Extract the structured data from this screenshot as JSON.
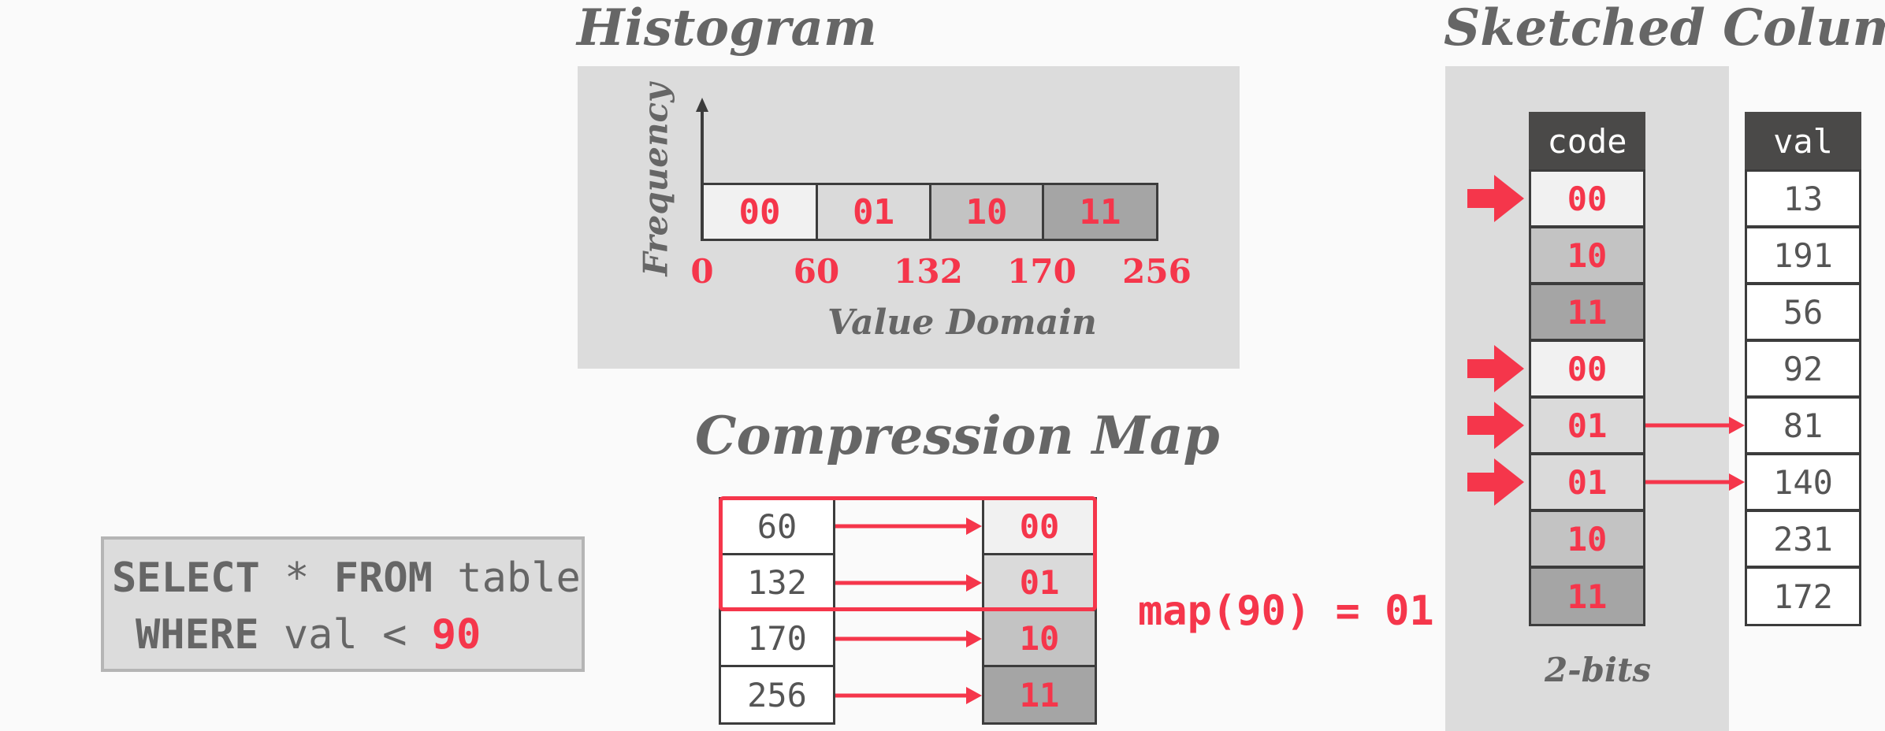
{
  "histogram": {
    "title": "Histogram",
    "y_label": "Frequency",
    "x_label": "Value Domain",
    "buckets": [
      "00",
      "01",
      "10",
      "11"
    ],
    "ticks": [
      "0",
      "60",
      "132",
      "170",
      "256"
    ]
  },
  "compression_map": {
    "title": "Compression Map",
    "rows": [
      {
        "value": "60",
        "code": "00"
      },
      {
        "value": "132",
        "code": "01"
      },
      {
        "value": "170",
        "code": "10"
      },
      {
        "value": "256",
        "code": "11"
      }
    ],
    "map_expr": "map(90) = 01"
  },
  "query": {
    "line1_kw1": "SELECT",
    "line1_star": " * ",
    "line1_kw2": "FROM",
    "line1_tbl": " table",
    "line2_kw": "WHERE",
    "line2_rest": " val < ",
    "line2_val": "90"
  },
  "sketched": {
    "title": "Sketched Column",
    "code_header": "code",
    "val_header": "val",
    "codes": [
      "00",
      "10",
      "11",
      "00",
      "01",
      "01",
      "10",
      "11"
    ],
    "vals": [
      "13",
      "191",
      "56",
      "92",
      "81",
      "140",
      "231",
      "172"
    ],
    "footer": "2-bits"
  },
  "colors": {
    "accent": "#f5364b",
    "panel": "#dcdcdc",
    "header": "#4a4948"
  }
}
